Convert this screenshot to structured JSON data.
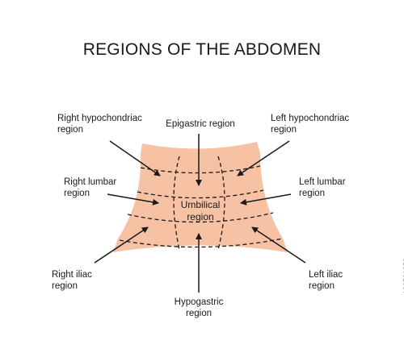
{
  "title": "REGIONS OF THE ABDOMEN",
  "colors": {
    "skin": "#f7c1a3",
    "line": "#1a1a1a"
  },
  "labels": {
    "right_hypochondriac": [
      "Right hypochondriac",
      "region"
    ],
    "epigastric": [
      "Epigastric region"
    ],
    "left_hypochondriac": [
      "Left hypochondriac",
      "region"
    ],
    "right_lumbar": [
      "Right lumbar",
      "region"
    ],
    "umbilical": [
      "Umbilical",
      "region"
    ],
    "left_lumbar": [
      "Left lumbar",
      "region"
    ],
    "right_iliac": [
      "Right iliac",
      "region"
    ],
    "hypogastric": [
      "Hypogastric",
      "region"
    ],
    "left_iliac": [
      "Left iliac",
      "region"
    ]
  },
  "stock_id": "103591853"
}
